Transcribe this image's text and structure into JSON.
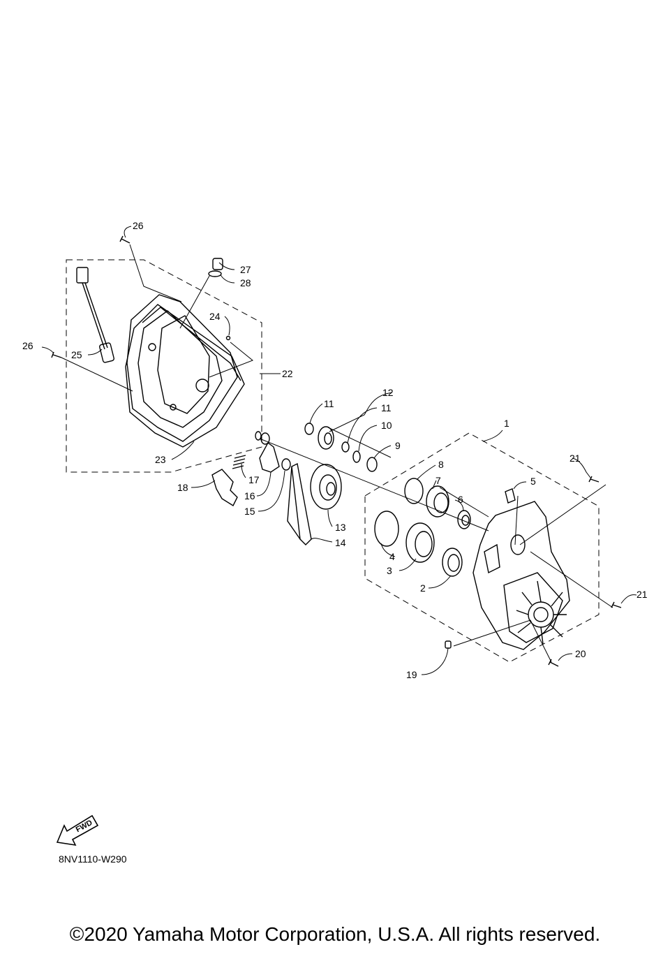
{
  "diagram": {
    "callouts": [
      "1",
      "2",
      "3",
      "4",
      "5",
      "6",
      "7",
      "8",
      "9",
      "10",
      "11",
      "11",
      "12",
      "13",
      "14",
      "15",
      "16",
      "17",
      "18",
      "19",
      "20",
      "21",
      "21",
      "22",
      "23",
      "24",
      "25",
      "26",
      "26",
      "27",
      "28"
    ],
    "fwd_label": "FWD",
    "drawing_code": "8NV1110-W290",
    "copyright": "©2020 Yamaha Motor Corporation, U.S.A. All rights reserved."
  }
}
